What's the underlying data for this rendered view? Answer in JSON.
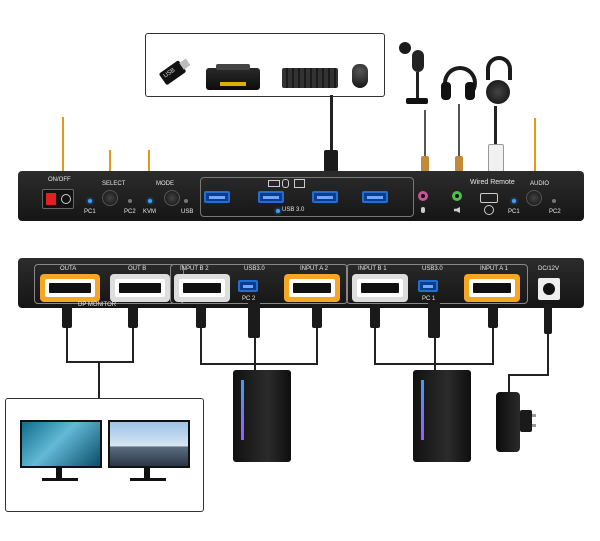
{
  "front_panel": {
    "power_label": "ON/OFF",
    "select_label": "SELECT",
    "mode_label": "MODE",
    "pc1_label": "PC1",
    "pc2_label": "PC2",
    "kvm_label": "KVM",
    "usb_label": "USB",
    "usb30_label": "USB 3.0",
    "wired_remote_label": "Wired Remote",
    "audio_label": "AUDIO",
    "audio_pc1_label": "PC1",
    "audio_pc2_label": "PC2"
  },
  "back_panel": {
    "outa_label": "OUTA",
    "outb_label": "OUT B",
    "dp_monitor_label": "DP MONITOR",
    "input_b2_label": "INPUT B 2",
    "usb30_2_label": "USB3.0",
    "input_a2_label": "INPUT A 2",
    "pc2_label": "PC 2",
    "input_b1_label": "INPUT B 1",
    "usb30_1_label": "USB3.0",
    "input_a1_label": "INPUT A 1",
    "pc1_label": "PC 1",
    "dc_label": "DC/12V"
  },
  "peripherals": {
    "usb_drive_text": "USB"
  },
  "colors": {
    "accent": "#f5a623",
    "led_blue": "#3aa0ff",
    "usb_blue": "#1f6fd6",
    "panel_dark": "#1c1c1c"
  },
  "icons": [
    "usb-drive-icon",
    "printer-icon",
    "keyboard-icon",
    "mouse-icon",
    "microphone-icon",
    "headphones-icon",
    "headset-icon",
    "pc-tower-icon",
    "monitor-icon",
    "power-adapter-icon"
  ]
}
